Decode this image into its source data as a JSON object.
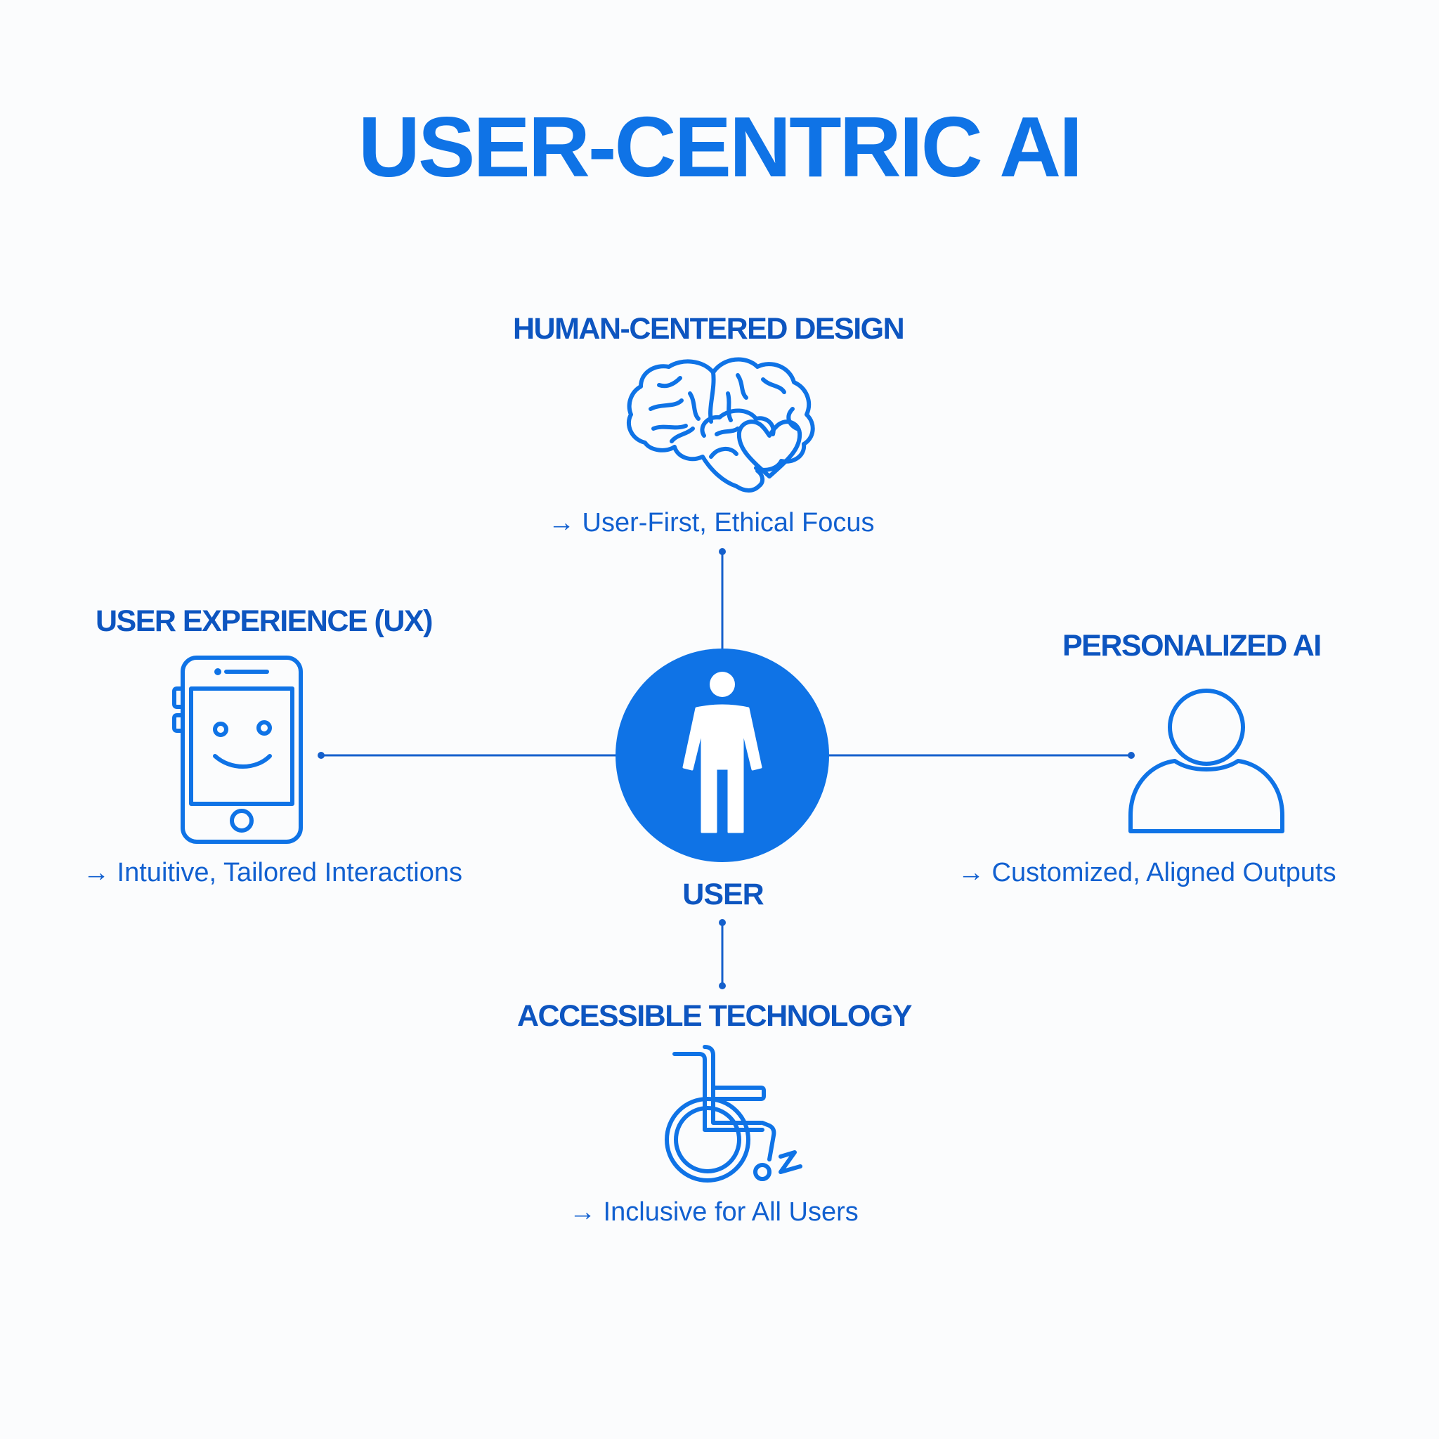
{
  "title": "USER-CENTRIC AI",
  "colors": {
    "primary": "#0f73e6",
    "dark_text": "#0d55c0",
    "line": "#1560cc",
    "background": "#fbfcfd"
  },
  "center": {
    "label": "USER",
    "icon": "person-icon"
  },
  "nodes": {
    "top": {
      "title": "HUMAN-CENTERED DESIGN",
      "description": "→ User-First, Ethical Focus",
      "icon": "brain-heart-icon"
    },
    "left": {
      "title": "USER EXPERIENCE (UX)",
      "description": "→ Intuitive, Tailored Interactions",
      "icon": "smartphone-smiley-icon"
    },
    "right": {
      "title": "PERSONALIZED AI",
      "description": "→ Customized, Aligned Outputs",
      "icon": "user-profile-icon"
    },
    "bottom": {
      "title": "ACCESSIBLE TECHNOLOGY",
      "description": "→ Inclusive for All Users",
      "icon": "wheelchair-icon"
    }
  }
}
